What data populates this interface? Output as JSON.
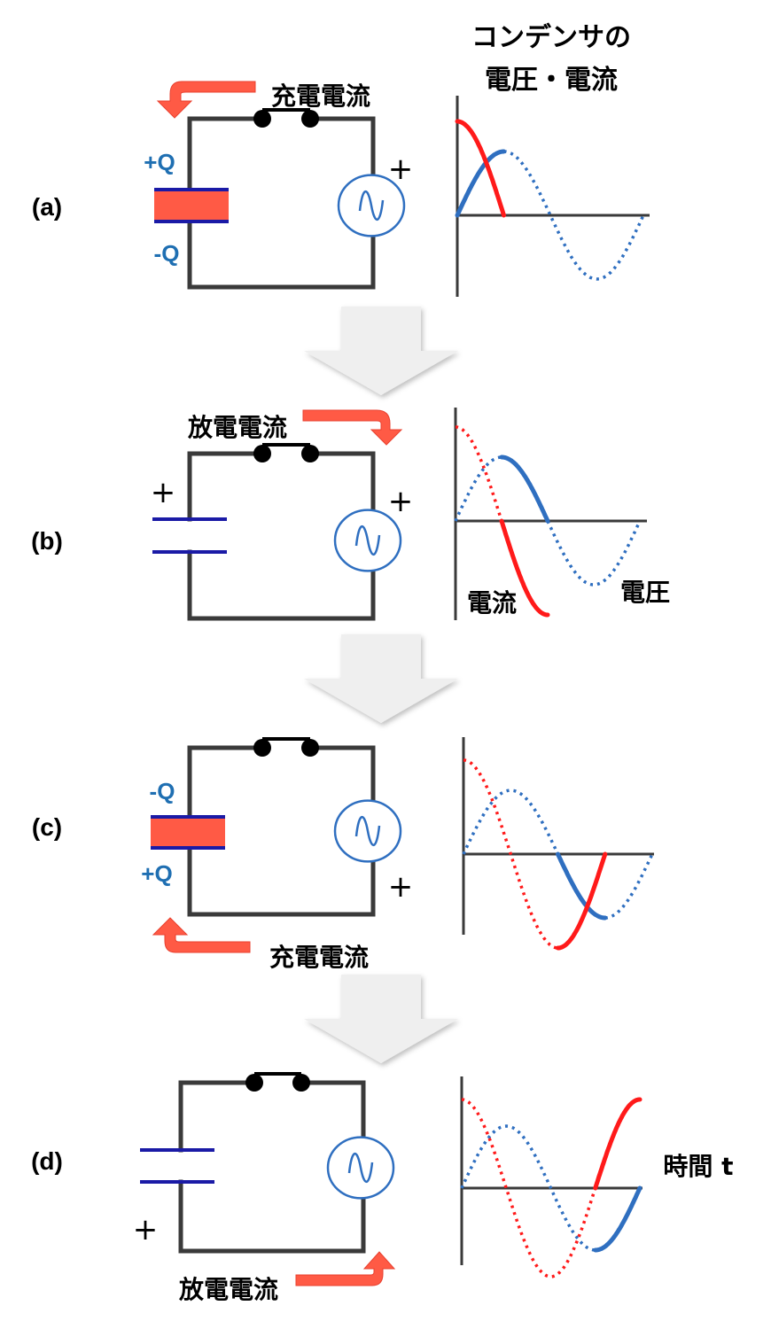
{
  "header": {
    "title_line1": "コンデンサの",
    "title_line2": "電圧・電流"
  },
  "colors": {
    "wire": "#3a3a3a",
    "voltage": "#2f6fc0",
    "current": "#ff1a1a",
    "capacitor_plate": "#1a1aa6",
    "charge_fill": "#ff5a45",
    "charge_text": "#1f6fb2",
    "flow_arrow": "#ff5a45",
    "step_arrow": "#efefef"
  },
  "panels": [
    {
      "id": "a",
      "label": "(a)",
      "flow_label": "充電電流",
      "flow_type": "charge",
      "top_plate_charge": "+Q",
      "bottom_plate_charge": "-Q",
      "source_plus": "+",
      "capacitor_plus": "",
      "solid_phase": [
        0,
        0.25
      ]
    },
    {
      "id": "b",
      "label": "(b)",
      "flow_label": "放電電流",
      "flow_type": "discharge",
      "top_plate_charge": "",
      "bottom_plate_charge": "",
      "source_plus": "+",
      "capacitor_plus": "+",
      "solid_phase": [
        0.25,
        0.5
      ],
      "current_label": "電流",
      "voltage_label": "電圧"
    },
    {
      "id": "c",
      "label": "(c)",
      "flow_label": "充電電流",
      "flow_type": "charge",
      "top_plate_charge": "-Q",
      "bottom_plate_charge": "+Q",
      "source_plus": "+",
      "capacitor_plus": "",
      "solid_phase": [
        0.5,
        0.75
      ]
    },
    {
      "id": "d",
      "label": "(d)",
      "flow_label": "放電電流",
      "flow_type": "discharge",
      "top_plate_charge": "",
      "bottom_plate_charge": "",
      "source_plus": "",
      "capacitor_plus": "+",
      "solid_phase": [
        0.75,
        1.0
      ],
      "time_label": "時間 t"
    }
  ],
  "chart_data": [
    {
      "type": "line",
      "panel": "a",
      "title": "コンデンサの電圧・電流",
      "x_unit": "period fraction",
      "xlim": [
        0,
        1
      ],
      "series": [
        {
          "name": "電圧 (voltage)",
          "function": "sin",
          "amplitude": 0.68,
          "solid_range": [
            0,
            0.25
          ],
          "dotted_range": [
            0.25,
            1.0
          ]
        },
        {
          "name": "電流 (current)",
          "function": "cos",
          "amplitude": 1.0,
          "solid_range": [
            0,
            0.25
          ],
          "dotted_range": []
        }
      ]
    },
    {
      "type": "line",
      "panel": "b",
      "xlim": [
        0,
        1
      ],
      "series": [
        {
          "name": "電圧 (voltage)",
          "function": "sin",
          "amplitude": 0.68,
          "solid_range": [
            0.25,
            0.5
          ],
          "dotted_range": [
            0,
            0.25,
            0.5,
            1.0
          ]
        },
        {
          "name": "電流 (current)",
          "function": "cos",
          "amplitude": 1.0,
          "solid_range": [
            0.25,
            0.5
          ],
          "dotted_range": [
            0,
            0.25
          ]
        }
      ],
      "annotations": [
        "電流",
        "電圧"
      ]
    },
    {
      "type": "line",
      "panel": "c",
      "xlim": [
        0,
        1
      ],
      "series": [
        {
          "name": "電圧 (voltage)",
          "function": "sin",
          "amplitude": 0.68,
          "solid_range": [
            0.5,
            0.75
          ],
          "dotted_range": [
            0,
            0.5,
            0.75,
            1.0
          ]
        },
        {
          "name": "電流 (current)",
          "function": "cos",
          "amplitude": 1.0,
          "solid_range": [
            0.5,
            0.75
          ],
          "dotted_range": [
            0,
            0.5
          ]
        }
      ]
    },
    {
      "type": "line",
      "panel": "d",
      "xlim": [
        0,
        1
      ],
      "xlabel": "時間 t",
      "series": [
        {
          "name": "電圧 (voltage)",
          "function": "sin",
          "amplitude": 0.68,
          "solid_range": [
            0.75,
            1.0
          ],
          "dotted_range": [
            0,
            0.75
          ]
        },
        {
          "name": "電流 (current)",
          "function": "cos",
          "amplitude": 1.0,
          "solid_range": [
            0.75,
            1.0
          ],
          "dotted_range": [
            0,
            0.75
          ]
        }
      ]
    }
  ]
}
